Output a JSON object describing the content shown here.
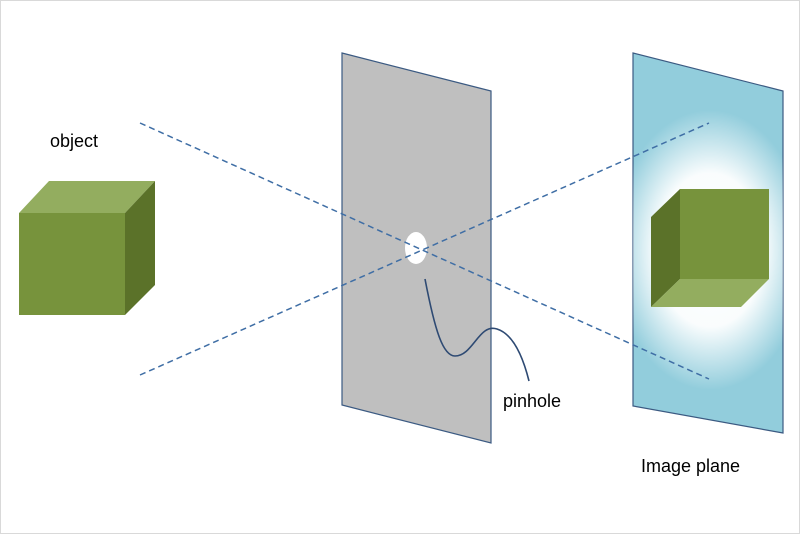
{
  "labels": {
    "object": "object",
    "pinhole": "pinhole",
    "image_plane": "Image plane"
  },
  "colors": {
    "cube_front": "#77933c",
    "cube_top": "#93ad5f",
    "cube_side": "#5b7229",
    "screen_fill": "#bfbfbf",
    "screen_stroke": "#3b5a82",
    "image_plane_fill": "#92cddc",
    "ray": "#3f6ea5"
  }
}
